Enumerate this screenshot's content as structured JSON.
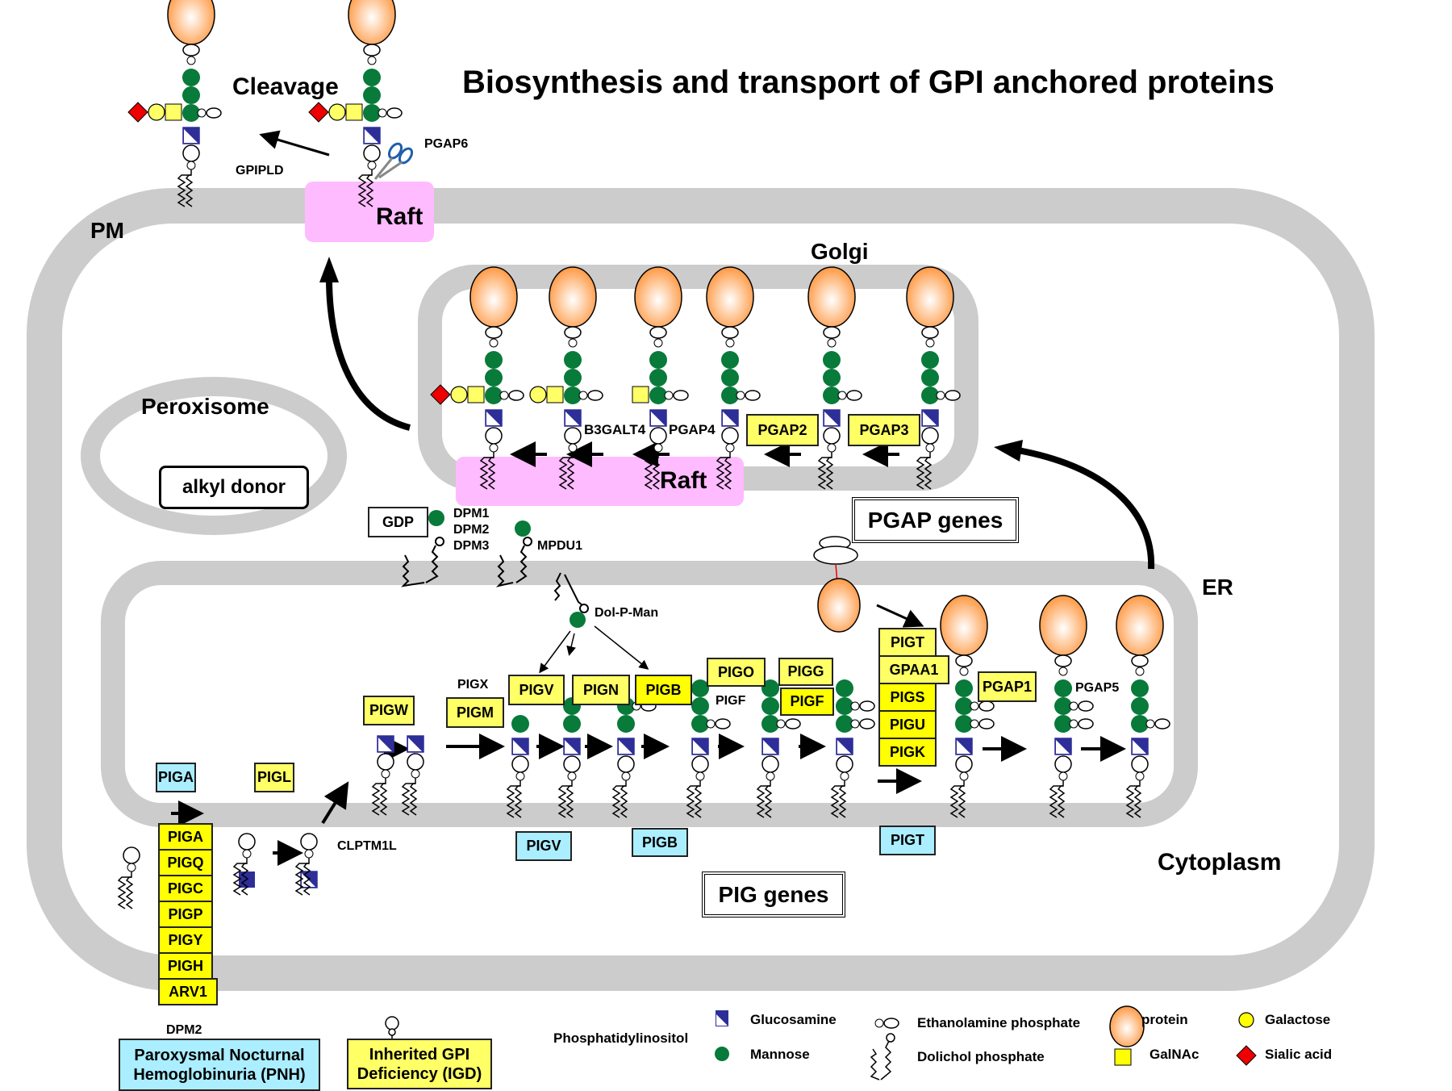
{
  "title": "Biosynthesis and transport of GPI anchored proteins",
  "compartments": {
    "pm": "PM",
    "golgi": "Golgi",
    "er": "ER",
    "peroxisome": "Peroxisome",
    "cytoplasm": "Cytoplasm",
    "raft_top": "Raft",
    "raft_golgi": "Raft"
  },
  "cleavage": {
    "label": "Cleavage",
    "gpipld": "GPIPLD",
    "pgap6": "PGAP6"
  },
  "peroxisome_box": "alkyl donor",
  "golgi_labels": {
    "b3galt4": "B3GALT4",
    "pgap4": "PGAP4",
    "pgap2": "PGAP2",
    "pgap3": "PGAP3"
  },
  "gene_groups": {
    "pgap": "PGAP genes",
    "pig": "PIG genes"
  },
  "dolichol": {
    "gdp": "GDP",
    "dpm1": "DPM1",
    "dpm2": "DPM2",
    "dpm3": "DPM3",
    "mpdu1": "MPDU1",
    "dol_p_man": "Dol-P-Man"
  },
  "er_enzymes": {
    "piga_pnh": "PIGA",
    "pigl": "PIGL",
    "clptm1l": "CLPTM1L",
    "pigw": "PIGW",
    "pigx": "PIGX",
    "pigm": "PIGM",
    "pigv_top": "PIGV",
    "pign": "PIGN",
    "pigb_top": "PIGB",
    "pigo": "PIGO",
    "pigf_text": "PIGF",
    "pigg": "PIGG",
    "pigf_box": "PIGF",
    "pgap1": "PGAP1",
    "pgap5": "PGAP5",
    "pigv_pnh": "PIGV",
    "pigb_pnh": "PIGB",
    "pigt_pnh": "PIGT"
  },
  "gpi_gnt_complex": [
    "PIGA",
    "PIGQ",
    "PIGC",
    "PIGP",
    "PIGY",
    "PIGH",
    "ARV1"
  ],
  "dpm2_label": "DPM2",
  "transamidase_complex": [
    "PIGT",
    "GPAA1",
    "PIGS",
    "PIGU",
    "PIGK"
  ],
  "legend": {
    "pnh": "Paroxysmal Nocturnal Hemoglobinuria (PNH)",
    "pnh_line1": "Paroxysmal Nocturnal",
    "pnh_line2": "Hemoglobinuria (PNH)",
    "igd_line1": "Inherited GPI",
    "igd_line2": "Deficiency (IGD)",
    "phosphatidylinositol": "Phosphatidylinositol",
    "glucosamine": "Glucosamine",
    "mannose": "Mannose",
    "ethanolamine_phosphate": "Ethanolamine phosphate",
    "dolichol_phosphate": "Dolichol phosphate",
    "protein": "protein",
    "galnac": "GalNAc",
    "galactose": "Galactose",
    "sialic_acid": "Sialic acid"
  },
  "colors": {
    "membrane": "#cccccc",
    "raft": "#ffbbff",
    "mannose": "#087a3a",
    "glucosamine": "#2e2e99",
    "galnac": "#ffff66",
    "galactose": "#ffff66",
    "sialic_acid": "#ee0000",
    "protein": "#ff9944",
    "pnh_box": "#aaeeff",
    "igd_box": "#ffff66"
  }
}
